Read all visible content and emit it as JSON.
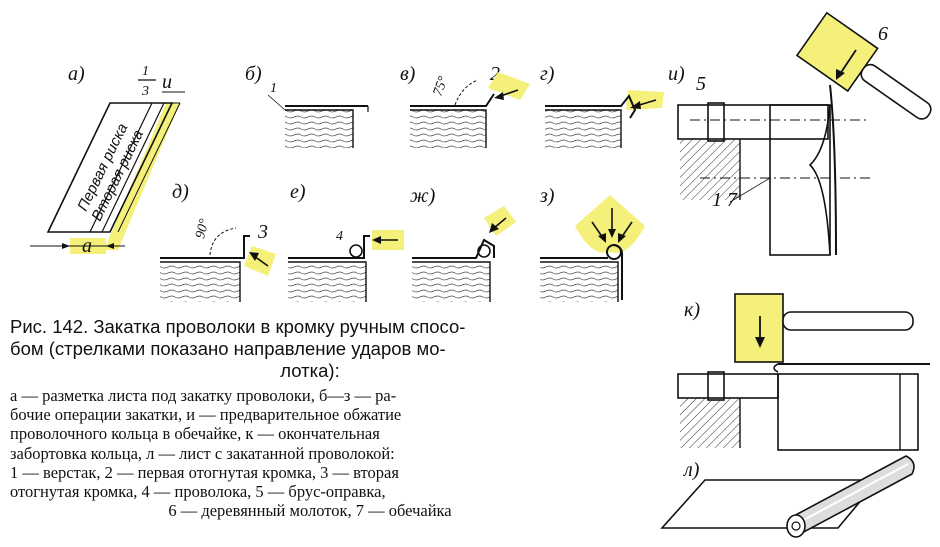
{
  "figure": {
    "panel_labels": {
      "a": "а)",
      "b": "б)",
      "v": "в)",
      "g": "г)",
      "d": "д)",
      "e": "е)",
      "zh": "ж)",
      "z": "з)",
      "i": "и)",
      "k": "к)",
      "l": "л)"
    },
    "mark_labels": {
      "first_line": "Первая риска",
      "second_line": "Вторая риска",
      "fraction_num": "1",
      "fraction_den": "3",
      "fraction_var": "u",
      "a_dim": "a",
      "angle_75": "75°",
      "angle_90": "90°",
      "n1": "1",
      "n2": "2",
      "n3": "3",
      "n4": "4",
      "n5": "5",
      "n6": "6",
      "n17": "1  7"
    },
    "colors": {
      "highlight": "#f4f07a",
      "ink": "#111111"
    }
  },
  "caption": {
    "title_line1": "Рис. 142. Закатка проволоки в кромку ручным спосо-",
    "title_line2": "бом (стрелками показано направление ударов мо-",
    "title_line3": "лотка):",
    "legend_line1": "а — разметка  листа под закатку проволоки, б—з — ра-",
    "legend_line2": "бочие операции закатки, и — предварительное обжатие",
    "legend_line3": "проволочного кольца в обечайке, к — окончательная",
    "legend_line4": "забортовка кольца, л — лист с закатанной проволокой:",
    "legend_line5": "1 — верстак, 2 — первая отогнутая кромка, 3 — вторая",
    "legend_line6": "отогнутая кромка, 4 — проволока, 5 — брус-оправка,",
    "legend_line7": "6 — деревянный молоток, 7 — обечайка"
  }
}
